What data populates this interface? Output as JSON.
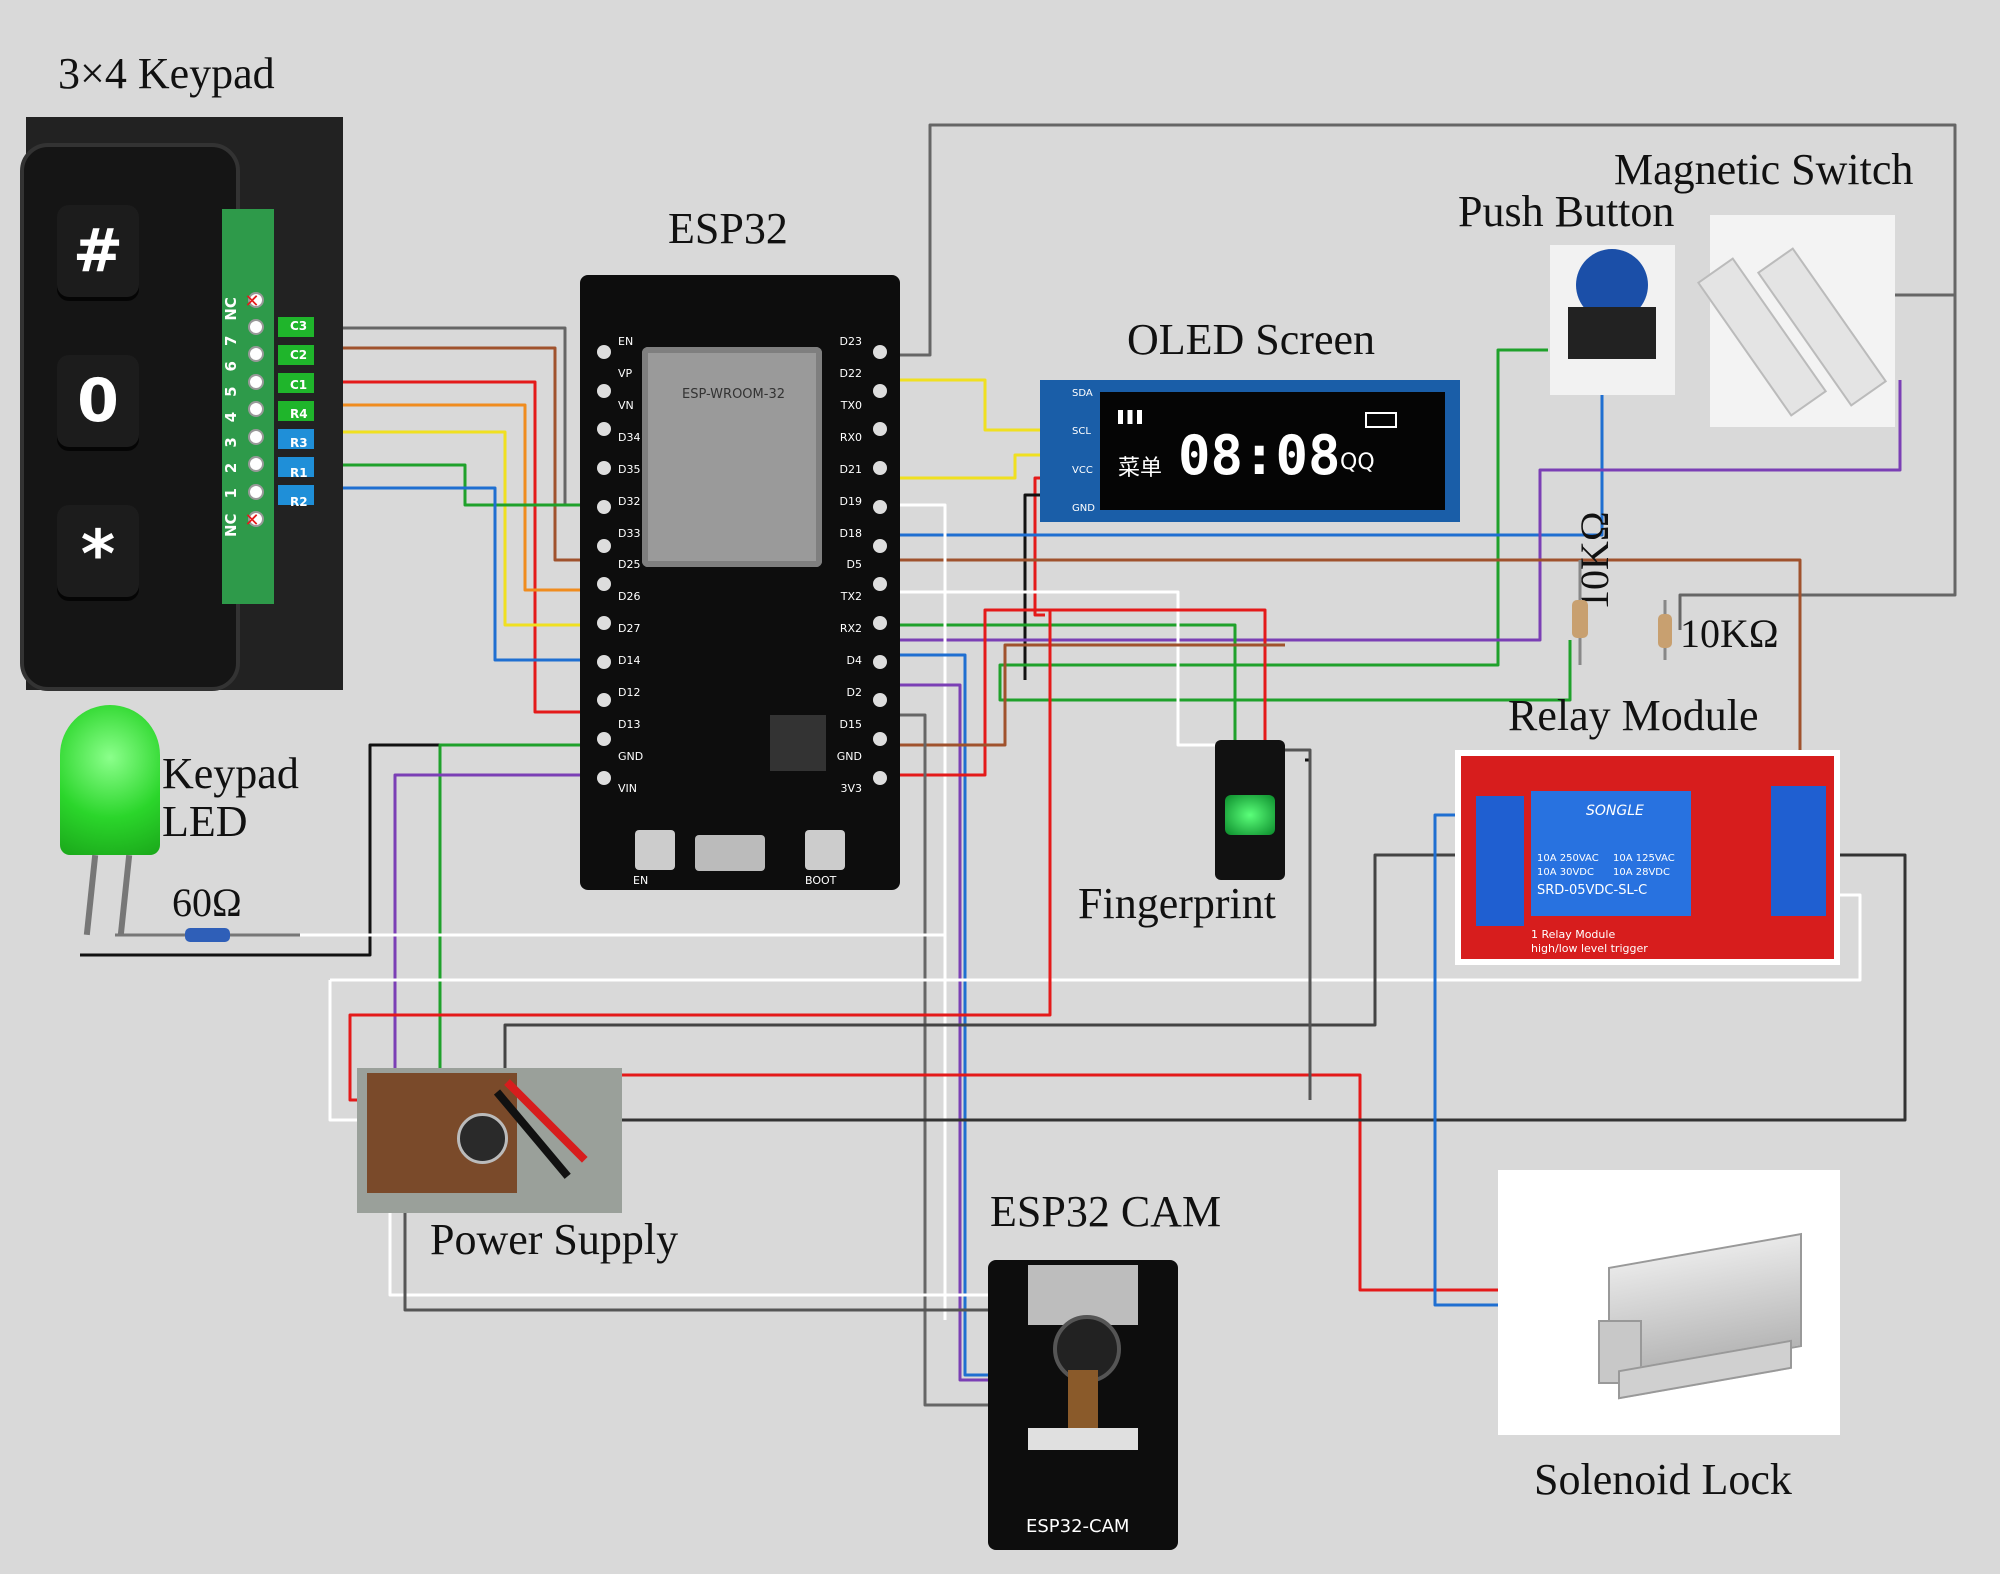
{
  "labels": {
    "keypad": "3×4 Keypad",
    "esp32": "ESP32",
    "oled": "OLED Screen",
    "push_button": "Push Button",
    "magnetic_switch": "Magnetic Switch",
    "r1": "10KΩ",
    "r2": "10KΩ",
    "relay": "Relay Module",
    "keypad_led_1": "Keypad",
    "keypad_led_2": "LED",
    "r_led": "60Ω",
    "fingerprint": "Fingerprint",
    "power_supply": "Power Supply",
    "esp32_cam": "ESP32 CAM",
    "solenoid": "Solenoid Lock"
  },
  "keypad": {
    "keys": [
      "#",
      "0",
      "*"
    ],
    "pins": [
      "NC",
      "7",
      "6",
      "5",
      "4",
      "3",
      "2",
      "1",
      "NC"
    ],
    "pin_tags": [
      "C3",
      "C2",
      "C1",
      "R4",
      "R3",
      "R1",
      "R2"
    ]
  },
  "esp32": {
    "module": "ESP-WROOM-32",
    "left_pins": [
      "EN",
      "VP",
      "VN",
      "D34",
      "D35",
      "D32",
      "D33",
      "D25",
      "D26",
      "D27",
      "D14",
      "D12",
      "D13",
      "GND",
      "VIN"
    ],
    "right_pins": [
      "D23",
      "D22",
      "TX0",
      "RX0",
      "D21",
      "D19",
      "D18",
      "D5",
      "TX2",
      "RX2",
      "D4",
      "D2",
      "D15",
      "GND",
      "3V3"
    ],
    "buttons": [
      "EN",
      "BOOT"
    ]
  },
  "oled": {
    "pins": [
      "GND",
      "VCC",
      "SCL",
      "SDA"
    ],
    "time": "08:08",
    "menu": "菜单",
    "app": "QQ"
  },
  "relay": {
    "brand": "SONGLE",
    "model": "SRD-05VDC-SL-C",
    "ratings": [
      "10A 250VAC",
      "10A 125VAC",
      "10A 30VDC",
      "10A 28VDC"
    ],
    "footer": [
      "1 Relay Module",
      "high/low level trigger"
    ]
  },
  "esp32_cam": {
    "name": "ESP32-CAM"
  },
  "colors": {
    "background": "#d9d9d9",
    "wire_red": "#e41a1a",
    "wire_green": "#1fa12b",
    "wire_blue": "#1f6fd1",
    "wire_yellow": "#f0e020",
    "wire_brown": "#a0522d",
    "wire_purple": "#7b3fb5",
    "wire_orange": "#f08c1e",
    "wire_gray": "#555555",
    "wire_white": "#ffffff",
    "wire_black": "#111111"
  }
}
